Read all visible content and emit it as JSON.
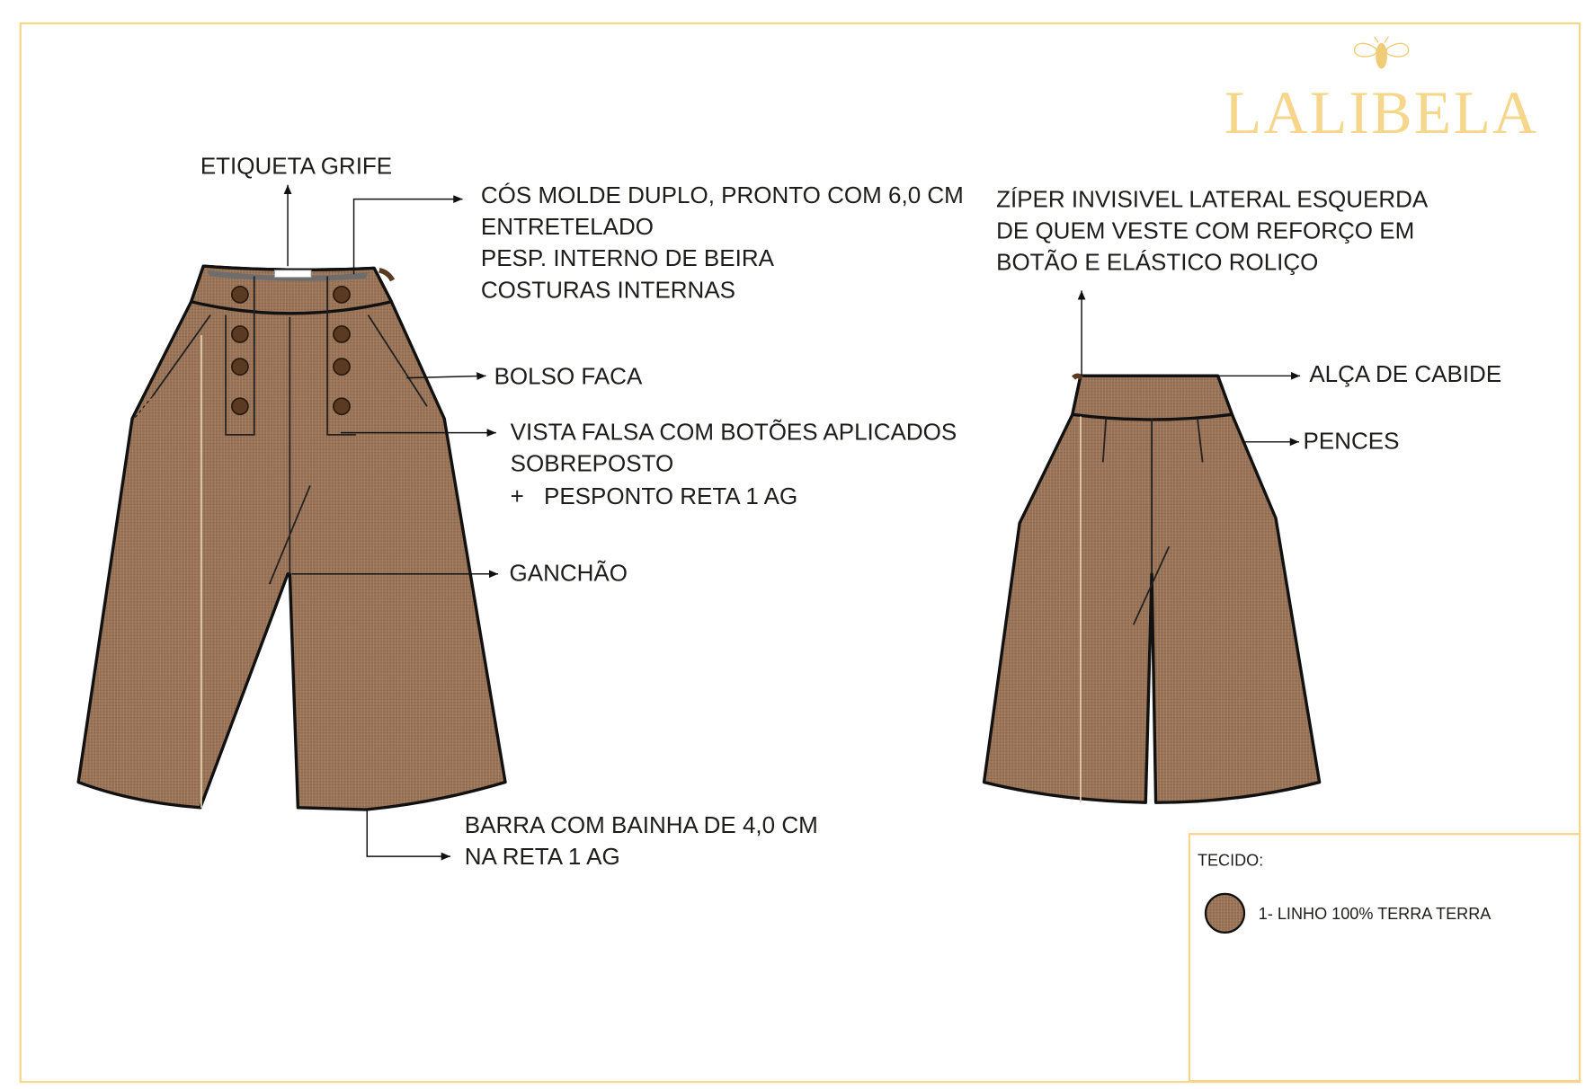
{
  "brand": {
    "name": "LALIBELA",
    "emblem": "bee-icon",
    "color": "#f5d68a"
  },
  "colors": {
    "fabric": "#9a7457",
    "frame": "#f5d68a",
    "button": "#5a3a22"
  },
  "front_callouts": {
    "etiqueta": "ETIQUETA GRIFE",
    "cos": [
      "CÓS MOLDE DUPLO, PRONTO COM 6,0 CM",
      "ENTRETELADO",
      "PESP. INTERNO DE BEIRA",
      "COSTURAS INTERNAS"
    ],
    "bolso": "BOLSO FACA",
    "vista": [
      "VISTA FALSA COM BOTÕES APLICADOS",
      "SOBREPOSTO",
      "+",
      "PESPONTO RETA 1 AG"
    ],
    "ganchao": "GANCHÃO",
    "barra": [
      "BARRA  COM BAINHA  DE 4,0 CM",
      "NA RETA 1 AG"
    ]
  },
  "back_callouts": {
    "ziper": [
      "ZÍPER INVISIVEL LATERAL ESQUERDA",
      "DE QUEM VESTE COM REFORÇO EM",
      "BOTÃO E ELÁSTICO ROLIÇO"
    ],
    "alca": "ALÇA DE CABIDE",
    "pences": "PENCES"
  },
  "fabric_box": {
    "title": "TECIDO:",
    "items": [
      {
        "label": "1- LINHO 100% TERRA TERRA",
        "swatch": "#9a7457"
      }
    ]
  }
}
